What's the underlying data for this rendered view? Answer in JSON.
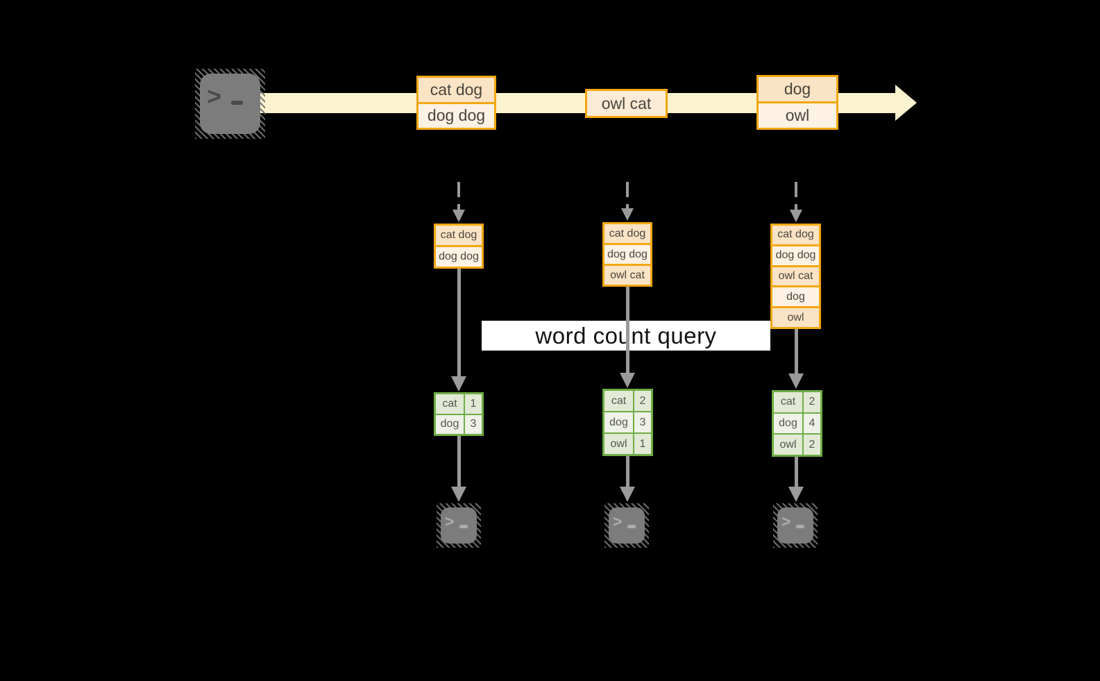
{
  "query": {
    "label": "word count query"
  },
  "stream": {
    "events": [
      {
        "lines": [
          "cat dog",
          "dog dog"
        ]
      },
      {
        "lines": [
          "owl cat"
        ]
      },
      {
        "lines": [
          "dog",
          "owl"
        ]
      }
    ]
  },
  "partitions": [
    {
      "buffer": [
        "cat dog",
        "dog dog"
      ],
      "counts": [
        {
          "word": "cat",
          "count": "1"
        },
        {
          "word": "dog",
          "count": "3"
        }
      ]
    },
    {
      "buffer": [
        "cat dog",
        "dog dog",
        "owl cat"
      ],
      "counts": [
        {
          "word": "cat",
          "count": "2"
        },
        {
          "word": "dog",
          "count": "3"
        },
        {
          "word": "owl",
          "count": "1"
        }
      ]
    },
    {
      "buffer": [
        "cat dog",
        "dog dog",
        "owl cat",
        "dog",
        "owl"
      ],
      "counts": [
        {
          "word": "cat",
          "count": "2"
        },
        {
          "word": "dog",
          "count": "4"
        },
        {
          "word": "owl",
          "count": "2"
        }
      ]
    }
  ],
  "icons": {
    "terminal_prompt": ">"
  },
  "colors": {
    "accent_orange": "#F3A712",
    "fill_peach": "#FBE4C5",
    "fill_cream": "#FDF2E3",
    "stream_band": "#FBF2CF",
    "green_border": "#6FAD45",
    "green_cell_dark": "#E2EAD6",
    "green_cell_light": "#EEF2E8",
    "arrow_gray": "#9A9A9A",
    "terminal_gray": "#7C7C7C"
  }
}
